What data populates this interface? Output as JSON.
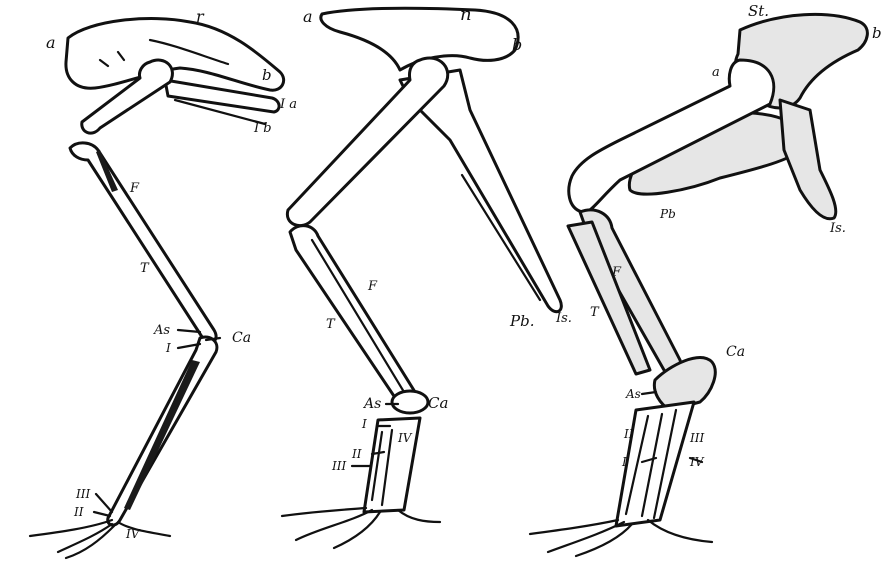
{
  "figure": {
    "bird": {
      "labels": [
        "a",
        "r",
        "b",
        "I a",
        "I b",
        "F",
        "T",
        "As",
        "Ca",
        "I",
        "III",
        "II",
        "IV"
      ]
    },
    "middle": {
      "labels": [
        "a",
        "n",
        "b",
        "F",
        "T",
        "Pb.",
        "Is.",
        "As",
        "Ca",
        "I",
        "IV",
        "II",
        "III"
      ]
    },
    "dinosaur": {
      "labels": [
        "St.",
        "b",
        "a",
        "Pb",
        "Is.",
        "F",
        "T",
        "Ca",
        "As",
        "II",
        "III",
        "I",
        "IV"
      ]
    }
  }
}
